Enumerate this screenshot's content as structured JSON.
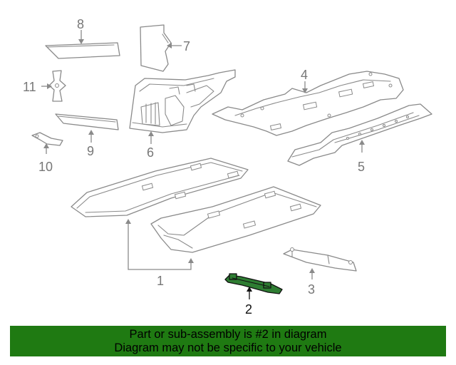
{
  "callouts": {
    "c1": "1",
    "c2": "2",
    "c3": "3",
    "c4": "4",
    "c5": "5",
    "c6": "6",
    "c7": "7",
    "c8": "8",
    "c9": "9",
    "c10": "10",
    "c11": "11"
  },
  "highlighted_part": "2",
  "colors": {
    "highlight": "#2e7d32",
    "banner": "#1f7a12"
  },
  "banner": {
    "line1": "Part or sub-assembly is #2 in diagram",
    "line2": "Diagram may not be specific to your vehicle"
  }
}
